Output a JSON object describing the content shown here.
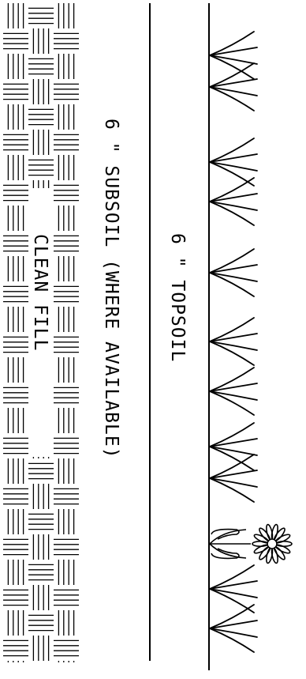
{
  "labels": {
    "topsoil": "6 \" TOPSOIL",
    "subsoil": "6 \" SUBSOIL (WHERE AVAILABLE)",
    "fill": "CLEAN FILL"
  },
  "icons": {
    "grass": "grass-tuft-icon",
    "flower": "daisy-flower-icon",
    "fill_pattern": "basketweave-hatch-pattern"
  },
  "colors": {
    "line": "#000000",
    "background": "#ffffff"
  }
}
